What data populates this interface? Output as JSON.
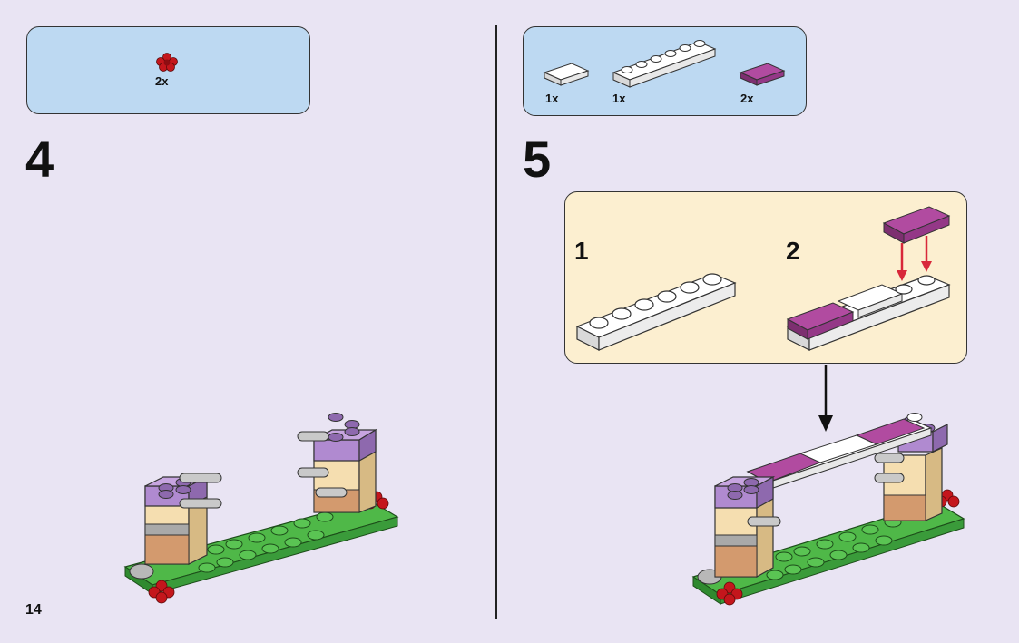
{
  "page_number": "14",
  "steps": [
    {
      "number": "4",
      "parts": [
        {
          "qty": "2x",
          "part": "red-flower"
        }
      ]
    },
    {
      "number": "5",
      "parts": [
        {
          "qty": "1x",
          "part": "white-tile-1x2"
        },
        {
          "qty": "1x",
          "part": "white-plate-1x6"
        },
        {
          "qty": "2x",
          "part": "purple-tile-1x2"
        }
      ],
      "substeps": [
        {
          "number": "1"
        },
        {
          "number": "2"
        }
      ]
    }
  ],
  "colors": {
    "background": "#e9e4f3",
    "parts_box": "#bdd9f2",
    "substep_box": "#fcefd0",
    "arrow": "#d8283a"
  }
}
